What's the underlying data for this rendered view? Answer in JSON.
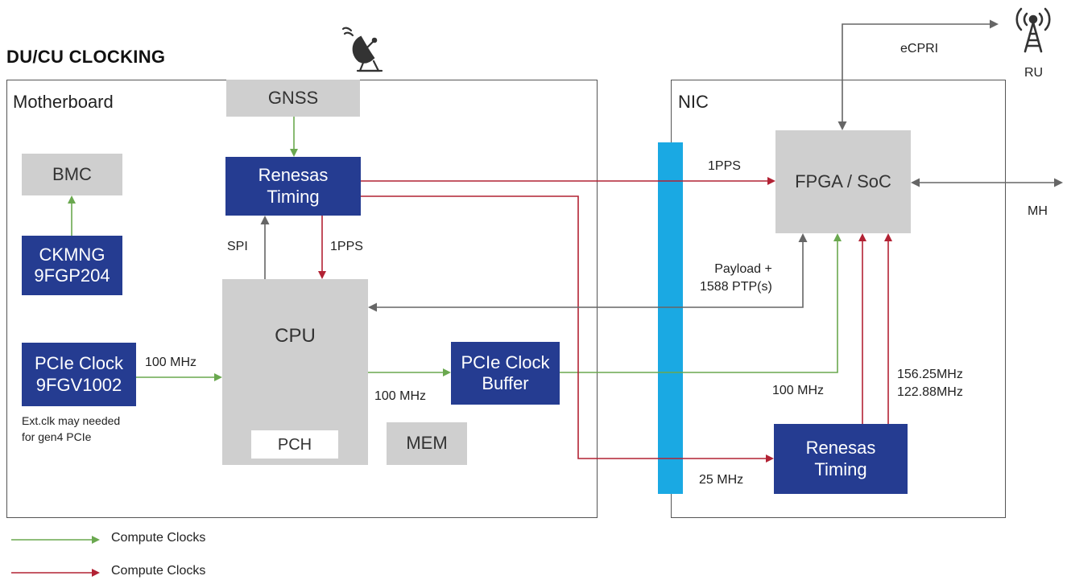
{
  "title": "DU/CU CLOCKING",
  "containers": {
    "motherboard": "Motherboard",
    "nic": "NIC"
  },
  "blocks": {
    "gnss": "GNSS",
    "bmc": "BMC",
    "renesas_timing_mb": "Renesas\nTiming",
    "ckmng": "CKMNG\n9FGP204",
    "pcie_clock": "PCIe Clock\n9FGV1002",
    "cpu": "CPU",
    "pch": "PCH",
    "pcie_buffer": "PCIe Clock\nBuffer",
    "mem": "MEM",
    "fpga": "FPGA / SoC",
    "renesas_timing_nic": "Renesas\nTiming"
  },
  "labels": {
    "spi": "SPI",
    "pps_cpu": "1PPS",
    "pps_fpga": "1PPS",
    "mhz100_pcie": "100 MHz",
    "mhz100_cpu": "100 MHz",
    "mhz100_nic": "100 MHz",
    "payload": "Payload +\n1588 PTP(s)",
    "freqs": "156.25MHz\n122.88MHz",
    "mhz25": "25 MHz",
    "ecpri": "eCPRI",
    "mh": "MH",
    "ru": "RU",
    "ext_clk_note": "Ext.clk may needed\nfor gen4 PCIe"
  },
  "legend": [
    {
      "label": "Compute Clocks",
      "color": "#6aa84f"
    },
    {
      "label": "Compute Clocks",
      "color": "#b22234"
    }
  ],
  "colors": {
    "green": "#6aa84f",
    "red": "#b22234",
    "gray_line": "#666666",
    "blue_block": "#253c91",
    "gray_block": "#cfcfcf",
    "bus": "#1aa9e3"
  },
  "icons": {
    "satellite": "satellite-dish-icon",
    "antenna": "radio-antenna-icon"
  }
}
